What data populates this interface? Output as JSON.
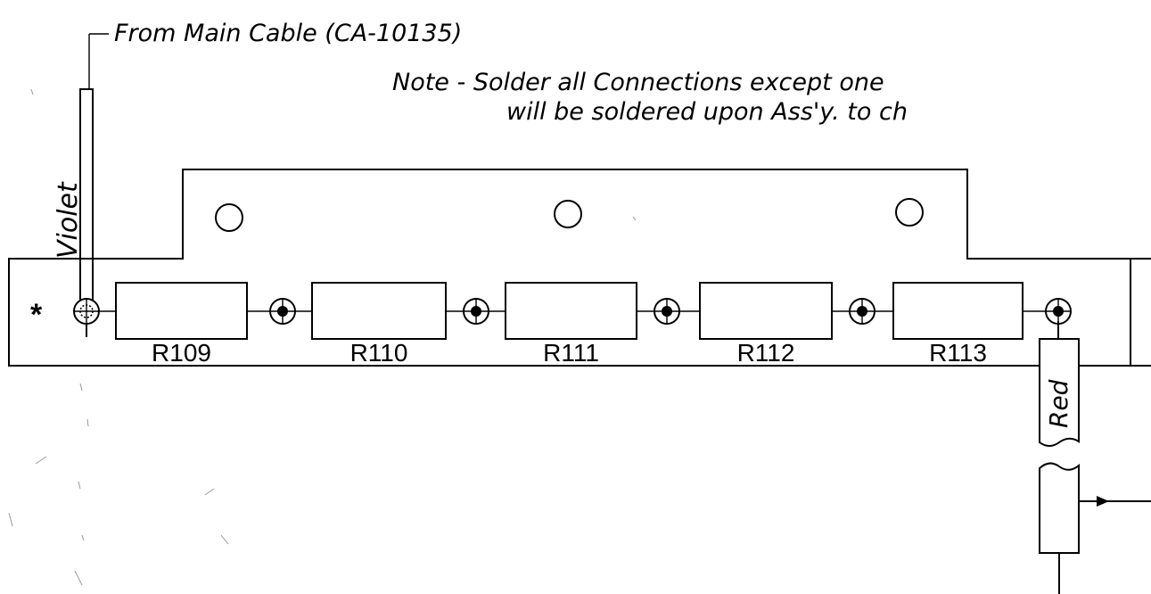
{
  "notes": {
    "source": "From Main Cable (CA-10135)",
    "note_line1": "Note - Solder all Connections except one",
    "note_line2": "will be soldered upon Ass'y. to ch"
  },
  "wires": {
    "top_color": "Violet",
    "bottom_color": "Red"
  },
  "marker": "*",
  "resistors": [
    "R109",
    "R110",
    "R111",
    "R112",
    "R113"
  ]
}
